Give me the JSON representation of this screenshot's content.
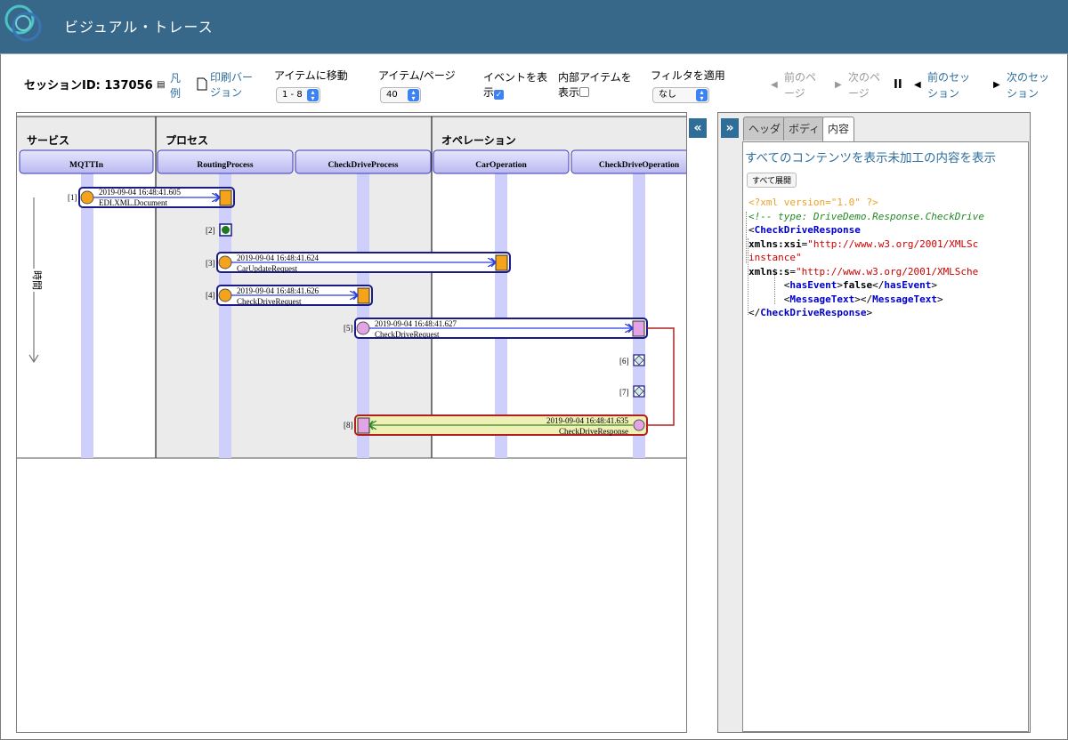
{
  "app": {
    "title": "ビジュアル・トレース"
  },
  "toolbar": {
    "session": "セッションID: 137056",
    "legend": [
      "凡",
      "例"
    ],
    "print": [
      "印刷バー",
      "ジョン"
    ],
    "goto_label": "アイテムに移動",
    "goto_value": "1 - 8",
    "per_page_label": "アイテム/ページ",
    "per_page_value": "40",
    "show_events": [
      "イベントを表",
      "示"
    ],
    "show_events_checked": true,
    "internal": [
      "内部アイテムを",
      "表示"
    ],
    "internal_checked": false,
    "filter_label": "フィルタを適用",
    "filter_value": "なし",
    "prev_page": [
      "前のペ",
      "ージ"
    ],
    "next_page": [
      "次のペ",
      "ージ"
    ],
    "pause": "II",
    "prev_session": [
      "前のセッ",
      "ション"
    ],
    "next_session": [
      "次のセッ",
      "ション"
    ]
  },
  "diagram": {
    "groups": [
      "サービス",
      "プロセス",
      "オペレーション"
    ],
    "lanes": [
      "MQTTIn",
      "RoutingProcess",
      "CheckDriveProcess",
      "CarOperation",
      "CheckDriveOperation"
    ],
    "time_label": "時間",
    "items": [
      {
        "idx": "[1]",
        "time": "2019-09-04 16:48:41.605",
        "name": "EDI.XML.Document"
      },
      {
        "idx": "[2]"
      },
      {
        "idx": "[3]",
        "time": "2019-09-04 16:48:41.624",
        "name": "CarUpdateRequest"
      },
      {
        "idx": "[4]",
        "time": "2019-09-04 16:48:41.626",
        "name": "CheckDriveRequest"
      },
      {
        "idx": "[5]",
        "time": "2019-09-04 16:48:41.627",
        "name": "CheckDriveRequest"
      },
      {
        "idx": "[6]"
      },
      {
        "idx": "[7]"
      },
      {
        "idx": "[8]",
        "time": "2019-09-04 16:48:41.635",
        "name": "CheckDriveResponse"
      }
    ],
    "colors": {
      "lane": "#cfcffb",
      "header": "#cdcdf6",
      "box": "#1b1b86",
      "source": "#f5a31a",
      "target_pink": "#e3a4e6",
      "response_fill": "#f0efb4",
      "response_border": "#b02020"
    }
  },
  "panel": {
    "tabs": [
      "ヘッダ",
      "ボディ",
      "内容"
    ],
    "link_show_all": "すべてのコンテンツを表示",
    "link_raw": "未加工の内容を表示",
    "expand_all": "すべて展開",
    "xml": {
      "pi": "<?xml version=\"1.0\" ?>",
      "comment": "<!-- type: DriveDemo.Response.CheckDrive",
      "root": "CheckDriveResponse",
      "ns1_prefix": "xmlns:",
      "ns1_name": "xsi",
      "ns1_value": "\"http://www.w3.org/2001/XMLSc",
      "ns1_value_cont": "instance\"",
      "ns2_prefix": "xmlns:",
      "ns2_name": "s",
      "ns2_value": "\"http://www.w3.org/2001/XMLSche",
      "child1": "hasEvent",
      "child1_value": "false",
      "child2": "MessageText"
    }
  }
}
